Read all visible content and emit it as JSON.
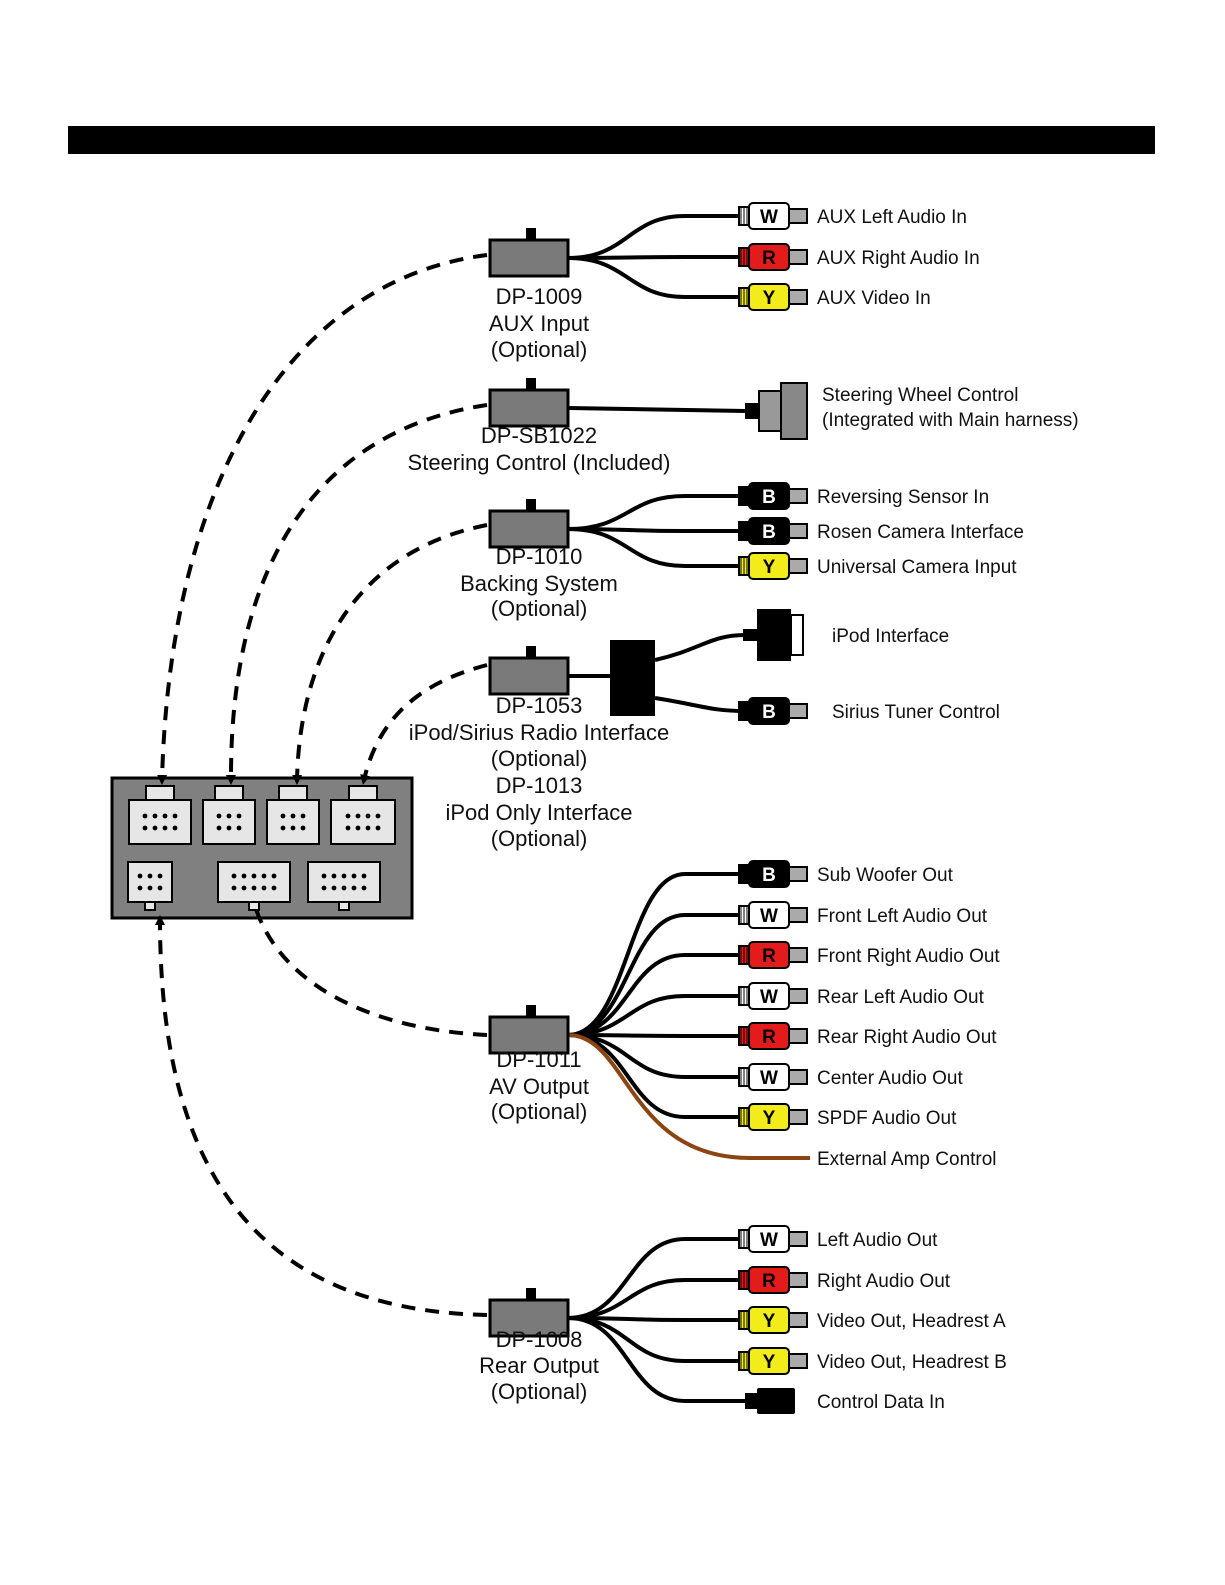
{
  "modules": [
    {
      "id": "aux",
      "lines": [
        "DP-1009",
        "AUX Input",
        "(Optional)"
      ],
      "outputs": [
        {
          "code": "W",
          "label": "AUX  Left  Audio  In"
        },
        {
          "code": "R",
          "label": "AUX  Right  Audio  In"
        },
        {
          "code": "Y",
          "label": "AUX  Video  In"
        }
      ]
    },
    {
      "id": "steering",
      "lines": [
        "DP-SB1022",
        "Steering Control (Included)"
      ],
      "outputs": [
        {
          "code": "",
          "label": "Steering  Wheel  Control",
          "label2": "(Integrated  with  Main  harness)"
        }
      ]
    },
    {
      "id": "backing",
      "lines": [
        "DP-1010",
        "Backing System",
        "(Optional)"
      ],
      "outputs": [
        {
          "code": "B",
          "label": "Reversing  Sensor  In"
        },
        {
          "code": "B",
          "label": "Rosen  Camera  Interface"
        },
        {
          "code": "Y",
          "label": "Universal  Camera  Input"
        }
      ]
    },
    {
      "id": "ipod",
      "lines": [
        "DP-1053",
        "iPod/Sirius Radio Interface",
        "(Optional)",
        "DP-1013",
        "iPod Only Interface",
        "(Optional)"
      ],
      "outputs": [
        {
          "code": "",
          "label": "iPod  Interface"
        },
        {
          "code": "B",
          "label": "Sirius  Tuner  Control"
        }
      ]
    },
    {
      "id": "av",
      "lines": [
        "DP-1011",
        "AV  Output",
        "(Optional)"
      ],
      "outputs": [
        {
          "code": "B",
          "label": "Sub  Woofer  Out"
        },
        {
          "code": "W",
          "label": "Front  Left  Audio  Out"
        },
        {
          "code": "R",
          "label": "Front  Right  Audio  Out"
        },
        {
          "code": "W",
          "label": "Rear  Left  Audio  Out"
        },
        {
          "code": "R",
          "label": "Rear  Right  Audio  Out"
        },
        {
          "code": "W",
          "label": "Center  Audio  Out"
        },
        {
          "code": "Y",
          "label": "SPDF  Audio  Out"
        },
        {
          "code": "",
          "label": "External  Amp  Control"
        }
      ]
    },
    {
      "id": "rear",
      "lines": [
        "DP-1008",
        "Rear  Output",
        "(Optional)"
      ],
      "outputs": [
        {
          "code": "W",
          "label": "Left  Audio  Out"
        },
        {
          "code": "R",
          "label": "Right  Audio  Out"
        },
        {
          "code": "Y",
          "label": "Video  Out,  Headrest  A"
        },
        {
          "code": "Y",
          "label": "Video  Out,  Headrest  B"
        },
        {
          "code": "",
          "label": "Control  Data  In"
        }
      ]
    }
  ],
  "colors": {
    "W": "#ffffff",
    "R": "#e41b1b",
    "Y": "#f2ec1a",
    "B": "#000000",
    "wire": "#000000",
    "brown": "#8B4513",
    "module": "#7a7a7a",
    "hub": "#808080",
    "port": "#e6e6e6"
  }
}
